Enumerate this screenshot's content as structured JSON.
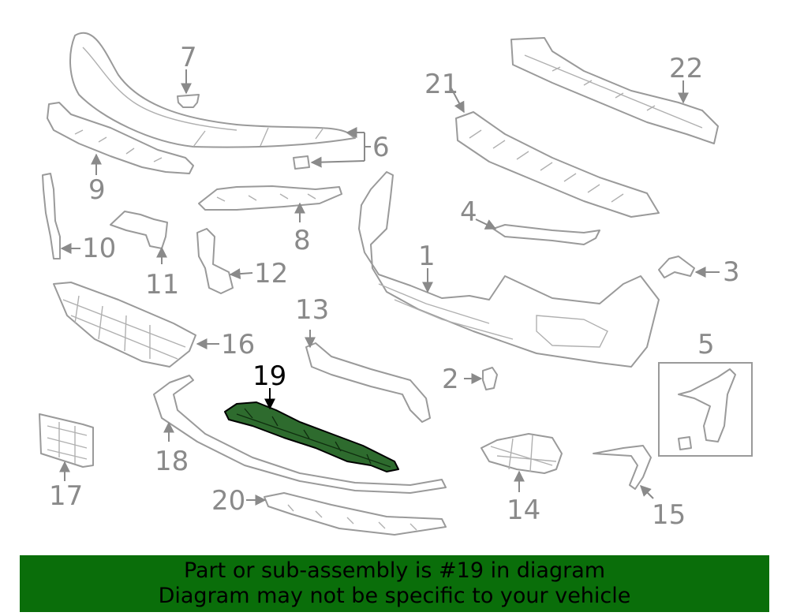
{
  "colors": {
    "banner_bg": "#0a6e0a",
    "banner_text": "#000000",
    "highlight_part": "#2e6b2e",
    "line_art": "#9a9a9a",
    "callout_text": "#8a8a8a",
    "highlight_callout": "#000000"
  },
  "diagram": {
    "highlighted_part": "19",
    "callouts": [
      "1",
      "2",
      "3",
      "4",
      "5",
      "6",
      "7",
      "8",
      "9",
      "10",
      "11",
      "12",
      "13",
      "14",
      "15",
      "16",
      "17",
      "18",
      "19",
      "20",
      "21",
      "22"
    ]
  },
  "banner": {
    "line1": "Part or sub-assembly is #19 in diagram",
    "line2": "Diagram may not be specific to your vehicle"
  }
}
